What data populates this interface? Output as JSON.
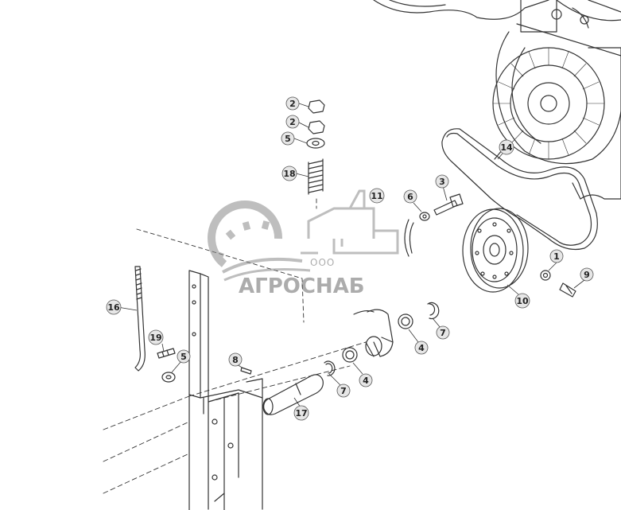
{
  "watermark": {
    "prefix": "ООО",
    "name": "АГРОСНАБ"
  },
  "callouts": {
    "c1": "1",
    "c2a": "2",
    "c2b": "2",
    "c3": "3",
    "c4a": "4",
    "c4b": "4",
    "c5a": "5",
    "c5b": "5",
    "c6": "6",
    "c7a": "7",
    "c7b": "7",
    "c8": "8",
    "c9": "9",
    "c10": "10",
    "c11": "11",
    "c14": "14",
    "c16": "16",
    "c17": "17",
    "c18": "18",
    "c19": "19"
  }
}
